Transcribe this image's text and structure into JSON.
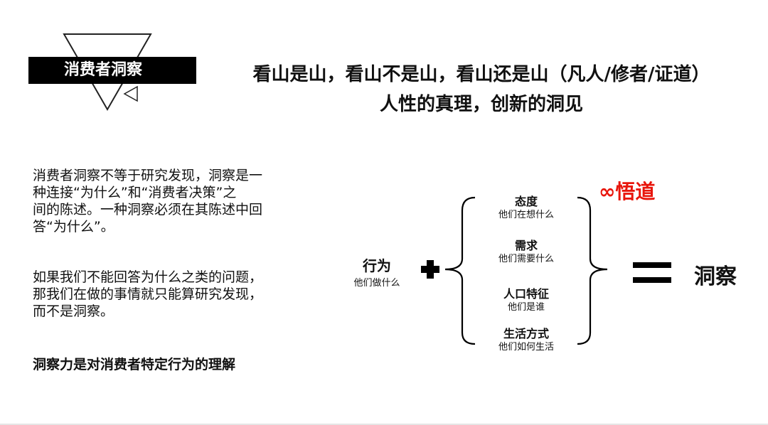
{
  "header": {
    "badge": "消费者洞察",
    "headline_line1": "看山是山，看山不是山，看山还是山（凡人/修者/证道）",
    "headline_line2": "人性的真理，创新的洞见"
  },
  "body": {
    "para1_lines": [
      "消费者洞察不等于研究发现，洞察是一",
      "种连接“为什么”和“消费者决策”之",
      "间的陈述。一种洞察必须在其陈述中回",
      "答“为什么”。"
    ],
    "para2_lines": [
      "如果我们不能回答为什么之类的问题，",
      "那我们在做的事情就只能算研究发现，",
      "而不是洞察。"
    ],
    "conclusion": "洞察力是对消费者特定行为的理解"
  },
  "diagram": {
    "behavior": {
      "label": "行为",
      "sub": "他们做什么"
    },
    "factors": [
      {
        "label": "态度",
        "sub": "他们在想什么"
      },
      {
        "label": "需求",
        "sub": "他们需要什么"
      },
      {
        "label": "人口特征",
        "sub": "他们是谁"
      },
      {
        "label": "生活方式",
        "sub": "他们如何生活"
      }
    ],
    "enlightenment": "∞悟道",
    "result": "洞察",
    "accent_color": "#e8160c"
  }
}
